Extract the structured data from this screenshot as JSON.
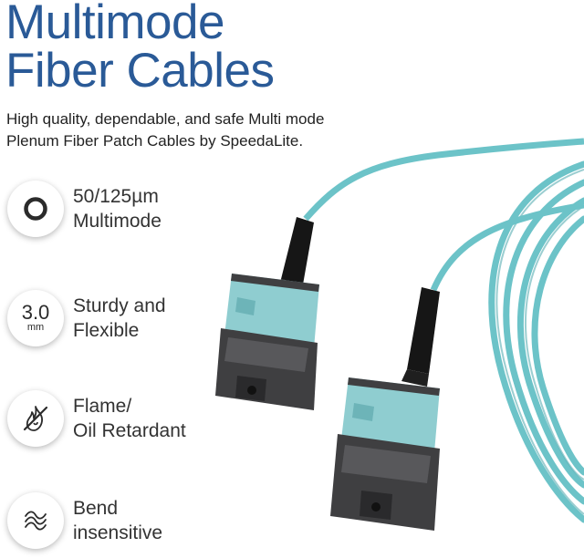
{
  "title": {
    "line1": "Multimode",
    "line2": "Fiber Cables"
  },
  "subtitle": {
    "line1": "High quality, dependable, and safe Multi mode",
    "line2": "Plenum Fiber Patch Cables by SpeedaLite."
  },
  "features": [
    {
      "icon": "ring-icon",
      "line1": "50/125µm",
      "line2": "Multimode"
    },
    {
      "icon": "diameter-badge",
      "badge_value": "3.0",
      "badge_unit": "mm",
      "line1": "Sturdy and",
      "line2": "Flexible"
    },
    {
      "icon": "flame-icon",
      "line1": "Flame/",
      "line2": "Oil Retardant"
    },
    {
      "icon": "bend-icon",
      "line1": "Bend",
      "line2": "insensitive"
    }
  ],
  "colors": {
    "title": "#2a5a97",
    "cable": "#6cc3c8",
    "connector_body": "#3f3f41",
    "connector_housing": "#8fcdd0",
    "boot": "#161616"
  }
}
